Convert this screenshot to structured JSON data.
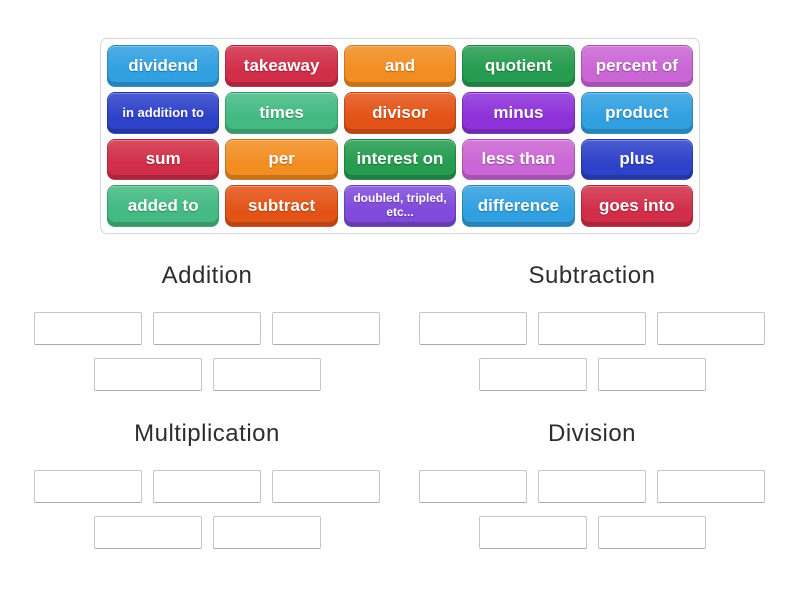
{
  "board": {
    "tiles": [
      {
        "label": "dividend",
        "color": "#2d9ee0"
      },
      {
        "label": "takeaway",
        "color": "#d02a45"
      },
      {
        "label": "and",
        "color": "#f28b1e"
      },
      {
        "label": "quotient",
        "color": "#219a4b"
      },
      {
        "label": "percent of",
        "color": "#c963d4"
      },
      {
        "label": "in addition to",
        "color": "#2a3ec8"
      },
      {
        "label": "times",
        "color": "#40b980"
      },
      {
        "label": "divisor",
        "color": "#e25012"
      },
      {
        "label": "minus",
        "color": "#8c2ed9"
      },
      {
        "label": "product",
        "color": "#2d9ee0"
      },
      {
        "label": "sum",
        "color": "#d02a45"
      },
      {
        "label": "per",
        "color": "#f28b1e"
      },
      {
        "label": "interest on",
        "color": "#219a4b"
      },
      {
        "label": "less than",
        "color": "#c963d4"
      },
      {
        "label": "plus",
        "color": "#2a3ec8"
      },
      {
        "label": "added to",
        "color": "#40b980"
      },
      {
        "label": "subtract",
        "color": "#e25012"
      },
      {
        "label": "doubled, tripled, etc...",
        "color": "#7d47d9"
      },
      {
        "label": "difference",
        "color": "#2d9ee0"
      },
      {
        "label": "goes into",
        "color": "#d02a45"
      }
    ]
  },
  "groups": [
    {
      "title": "Addition"
    },
    {
      "title": "Subtraction"
    },
    {
      "title": "Multiplication"
    },
    {
      "title": "Division"
    }
  ]
}
